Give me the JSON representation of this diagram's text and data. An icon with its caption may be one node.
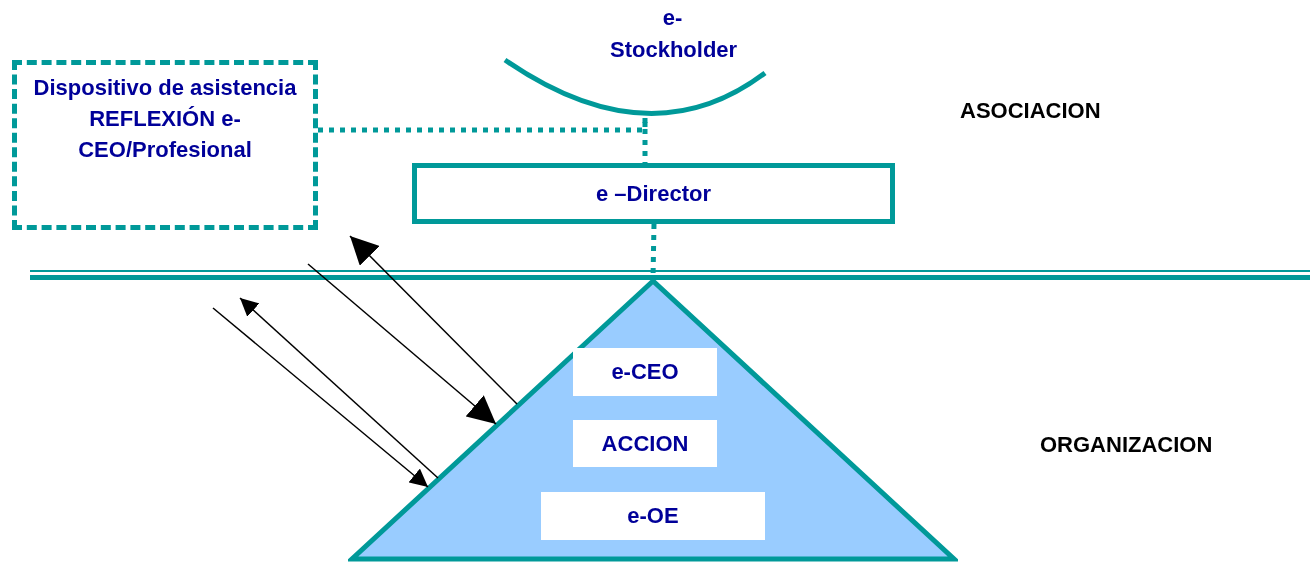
{
  "diagram": {
    "nodes": [
      {
        "text": [
          "Dispositivo de asistencia REFLEXIÓN e-CEO/Profesional"
        ]
      },
      {
        "text": [
          "e- Stockholder"
        ]
      },
      {
        "text": [
          "e –Director"
        ]
      },
      {
        "text": [],
        "shape": "triangle"
      },
      {
        "text": [
          "e-CEO"
        ],
        "in": 3
      },
      {
        "text": [
          "ACCION"
        ],
        "in": 3
      },
      {
        "text": [
          "e-OE"
        ],
        "in": 3
      }
    ],
    "edges": [
      {
        "from": 0,
        "to": 1,
        "arrow": "none",
        "style": "dashed",
        "color": "#009999"
      },
      {
        "from": 1,
        "to": 2,
        "arrow": "none",
        "style": "dashed",
        "color": "#009999"
      },
      {
        "from": 2,
        "to": 3,
        "arrow": "none",
        "style": "dashed",
        "color": "#009999"
      },
      {
        "from": 3,
        "to": 0,
        "arrow": "to"
      },
      {
        "from": 0,
        "to": 3,
        "arrow": "to"
      },
      {
        "from": 3,
        "to": null,
        "arrow": "to"
      },
      {
        "from": null,
        "to": 3,
        "arrow": "to"
      }
    ],
    "labels": [
      "ASOCIACION",
      "ORGANIZACION"
    ]
  }
}
